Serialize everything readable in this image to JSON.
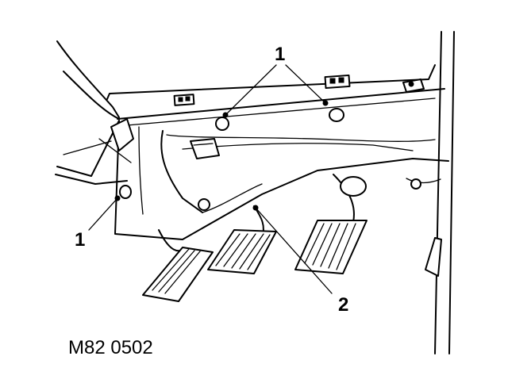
{
  "figure": {
    "code": "M82 0502",
    "callouts": [
      {
        "id": "callout-1-top",
        "label": "1"
      },
      {
        "id": "callout-1-left",
        "label": "1"
      },
      {
        "id": "callout-2",
        "label": "2"
      }
    ]
  }
}
